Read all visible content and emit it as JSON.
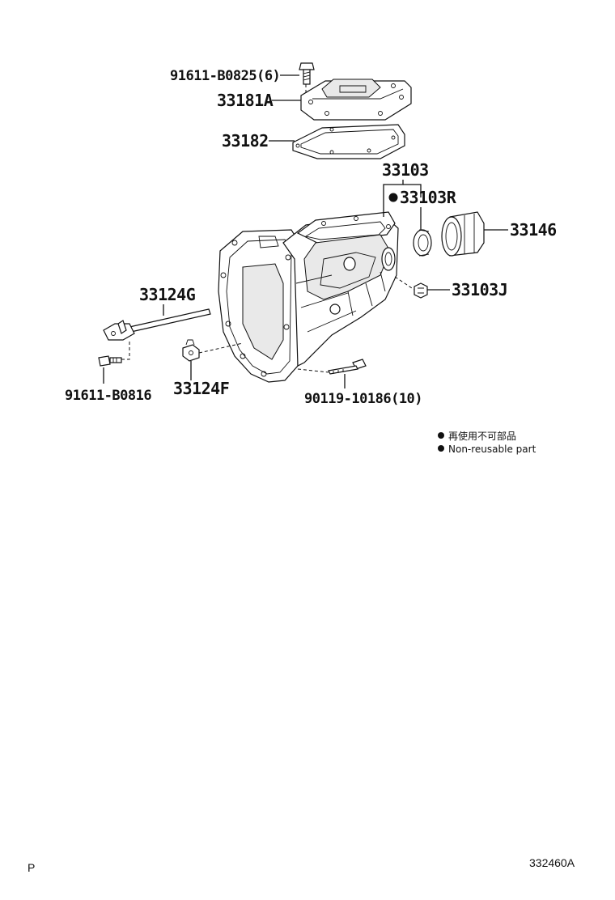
{
  "parts": {
    "bolt_cover": "91611-B0825(6)",
    "cover": "33181A",
    "gasket": "33182",
    "case_assembly": "33103",
    "seal": "33103R",
    "cap": "33146",
    "plug": "33103J",
    "lever_rod": "33124G",
    "bolt_lever": "91611-B0816",
    "bracket": "33124F",
    "bolt_case": "90119-10186(10)"
  },
  "legend": {
    "japanese": "再使用不可部品",
    "english": "Non-reusable part"
  },
  "footer": {
    "left_mark": "P",
    "diagram_code": "332460A"
  }
}
